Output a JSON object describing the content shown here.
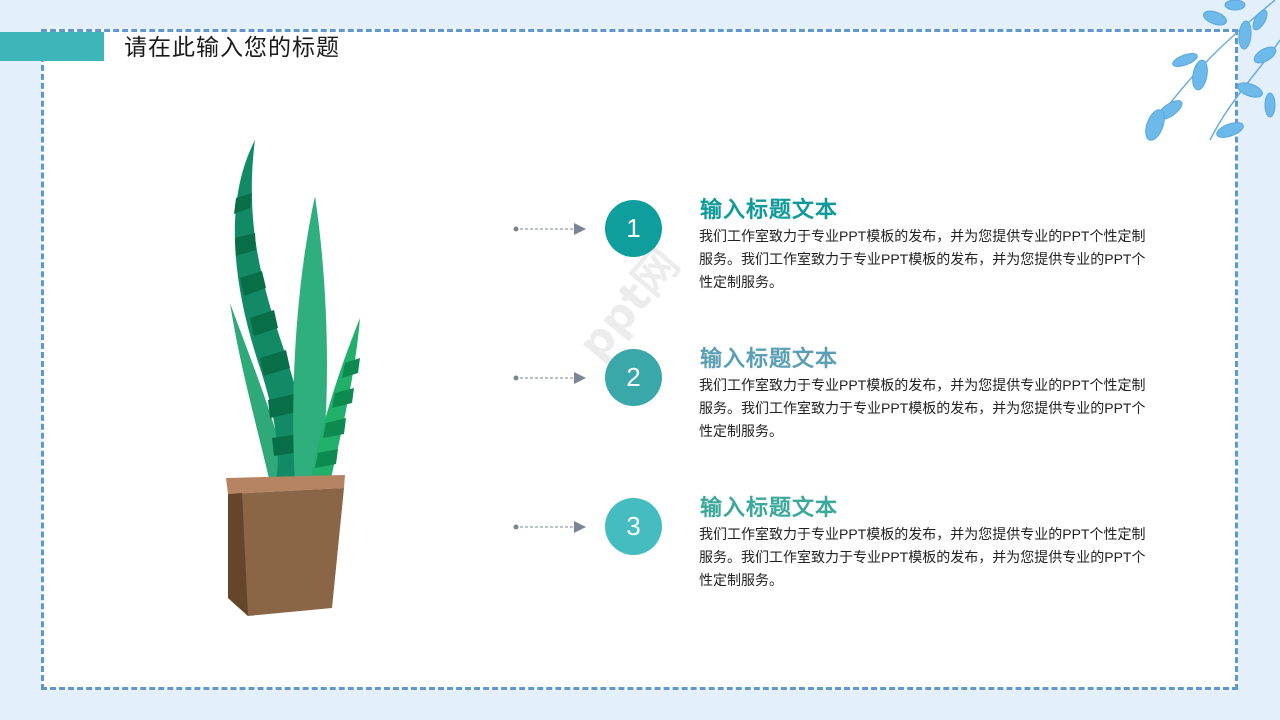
{
  "slide": {
    "title": "请在此输入您的标题",
    "watermark": "ppt网",
    "colors": {
      "background": "#e3f0fc",
      "frame_border": "#5f97cf",
      "title_accent": "#3db5b9",
      "connector": "#7a8596"
    },
    "items": [
      {
        "number": "1",
        "title": "输入标题文本",
        "title_color": "#0e9a9a",
        "badge_color": "#0e9e9d",
        "body": "我们工作室致力于专业PPT模板的发布，并为您提供专业的PPT个性定制服务。我们工作室致力于专业PPT模板的发布，并为您提供专业的PPT个性定制服务。"
      },
      {
        "number": "2",
        "title": "输入标题文本",
        "title_color": "#5a9fb3",
        "badge_color": "#3aa7a9",
        "body": "我们工作室致力于专业PPT模板的发布，并为您提供专业的PPT个性定制服务。我们工作室致力于专业PPT模板的发布，并为您提供专业的PPT个性定制服务。"
      },
      {
        "number": "3",
        "title": "输入标题文本",
        "title_color": "#3aa89a",
        "badge_color": "#45bcc0",
        "body": "我们工作室致力于专业PPT模板的发布，并为您提供专业的PPT个性定制服务。我们工作室致力于专业PPT模板的发布，并为您提供专业的PPT个性定制服务。"
      }
    ]
  }
}
